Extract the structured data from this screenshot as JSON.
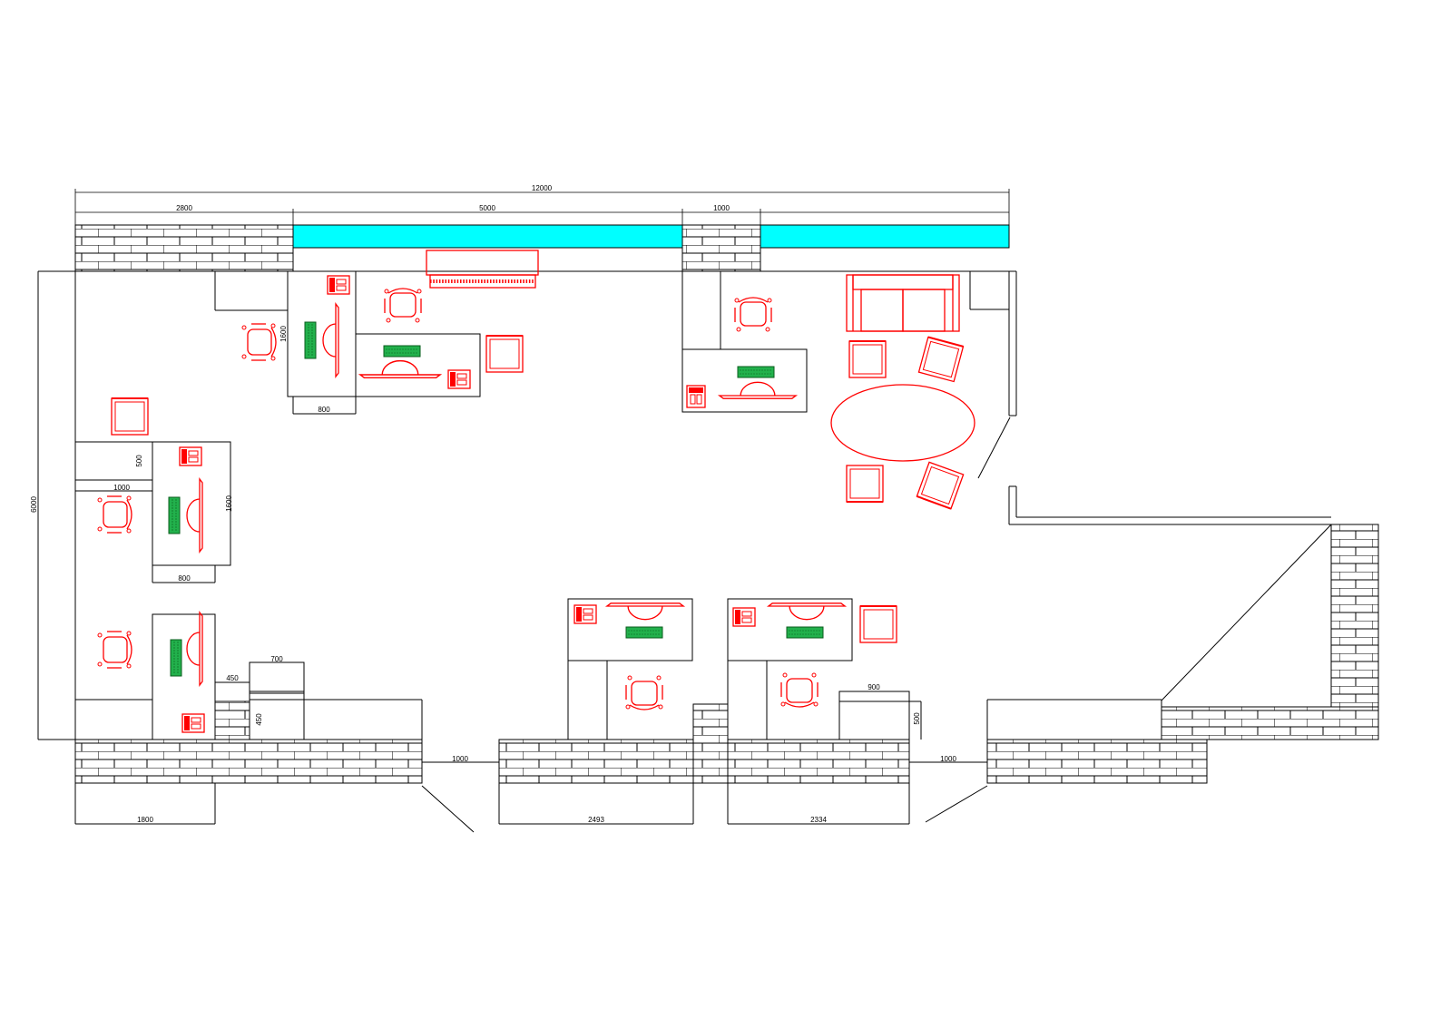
{
  "colors": {
    "line": "#000000",
    "furniture": "#ff0000",
    "keyboard_fill": "#22b14c",
    "window_fill": "#00ffff",
    "background": "#ffffff"
  },
  "dimensions": {
    "total_width": "12000",
    "top_left_wall": "2800",
    "top_window": "5000",
    "top_pillar": "1000",
    "left_height": "6000",
    "desk_top_depth": "800",
    "desk_top_length": "1600",
    "side_panel": "500",
    "side_panel_width": "1000",
    "desk_left_length": "1600",
    "desk_left_depth": "800",
    "cabinet_width": "700",
    "cabinet_depth": "450",
    "cabinet_depth_2": "450",
    "door_1": "1000",
    "door_2": "1000",
    "bottom_wall_1": "1800",
    "bottom_wall_2": "2493",
    "bottom_wall_3": "2334",
    "cabinet_right_width": "900",
    "cabinet_right_depth": "500"
  },
  "icons": {
    "chair": "office-chair-icon",
    "armchair": "armchair-icon",
    "sofa": "sofa-icon",
    "piano": "piano-icon",
    "monitor": "monitor-icon",
    "keyboard": "keyboard-icon",
    "phone": "phone-icon",
    "table": "oval-table-icon"
  }
}
